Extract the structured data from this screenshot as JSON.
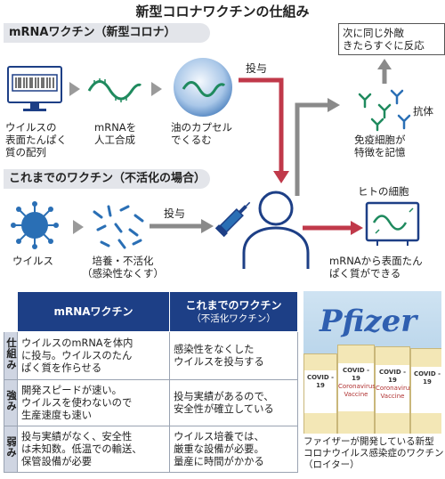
{
  "title": "新型コロナワクチンの仕組み",
  "section_mrna": "mRNAワクチン（新型コロナ）",
  "section_old": "これまでのワクチン（不活化の場合）",
  "mrna_steps": {
    "step1": "ウイルスの\n表面たんぱく\n質の配列",
    "step2": "mRNAを\n人工合成",
    "step3": "油のカプセル\nでくるむ"
  },
  "old_steps": {
    "virus": "ウイルス",
    "culture": "培養・不活化\n（感染性なくす）"
  },
  "dose_label_1": "投与",
  "dose_label_2": "投与",
  "cell_label": "ヒトの細胞",
  "cell_result": "mRNAから表面たん\nぱく質ができる",
  "immune_cell": "免疫細胞が\n特徴を記憶",
  "antibody": "抗体",
  "response": "次に同じ外敵\nきたらすぐに反応",
  "table": {
    "col1": "mRNAワクチン",
    "col2": "これまでのワクチン",
    "col2_sub": "（不活化ワクチン）",
    "rows": [
      {
        "head": "仕組み",
        "a": "ウイルスのmRNAを体内\nに投与。ウイルスのたん\nぱく質を作らせる",
        "b": "感染性をなくした\nウイルスを投与する"
      },
      {
        "head": "強み",
        "a": "開発スピードが速い。\nウイルスを使わないので\n生産速度も速い",
        "b": "投与実績があるので、\n安全性が確立している"
      },
      {
        "head": "弱み",
        "a": "投与実績がなく、安全性\nは未知数。低温での輸送、\n保管設備が必要",
        "b": "ウイルス培養では、\n厳重な設備が必要。\n量産に時間がかかる"
      }
    ]
  },
  "photo": {
    "logo": "Pfizer",
    "vial_label": "COVID - 19",
    "vial_sub": "Coronavirus\nVaccine",
    "caption": "ファイザーが開発している新型\nコロナウイルス感染症のワクチン\n（ロイター）"
  },
  "colors": {
    "navy": "#1d3f86",
    "red": "#c0394a",
    "gray": "#8a8a8a",
    "green": "#1f8a5e",
    "blue": "#2a6fb5"
  }
}
